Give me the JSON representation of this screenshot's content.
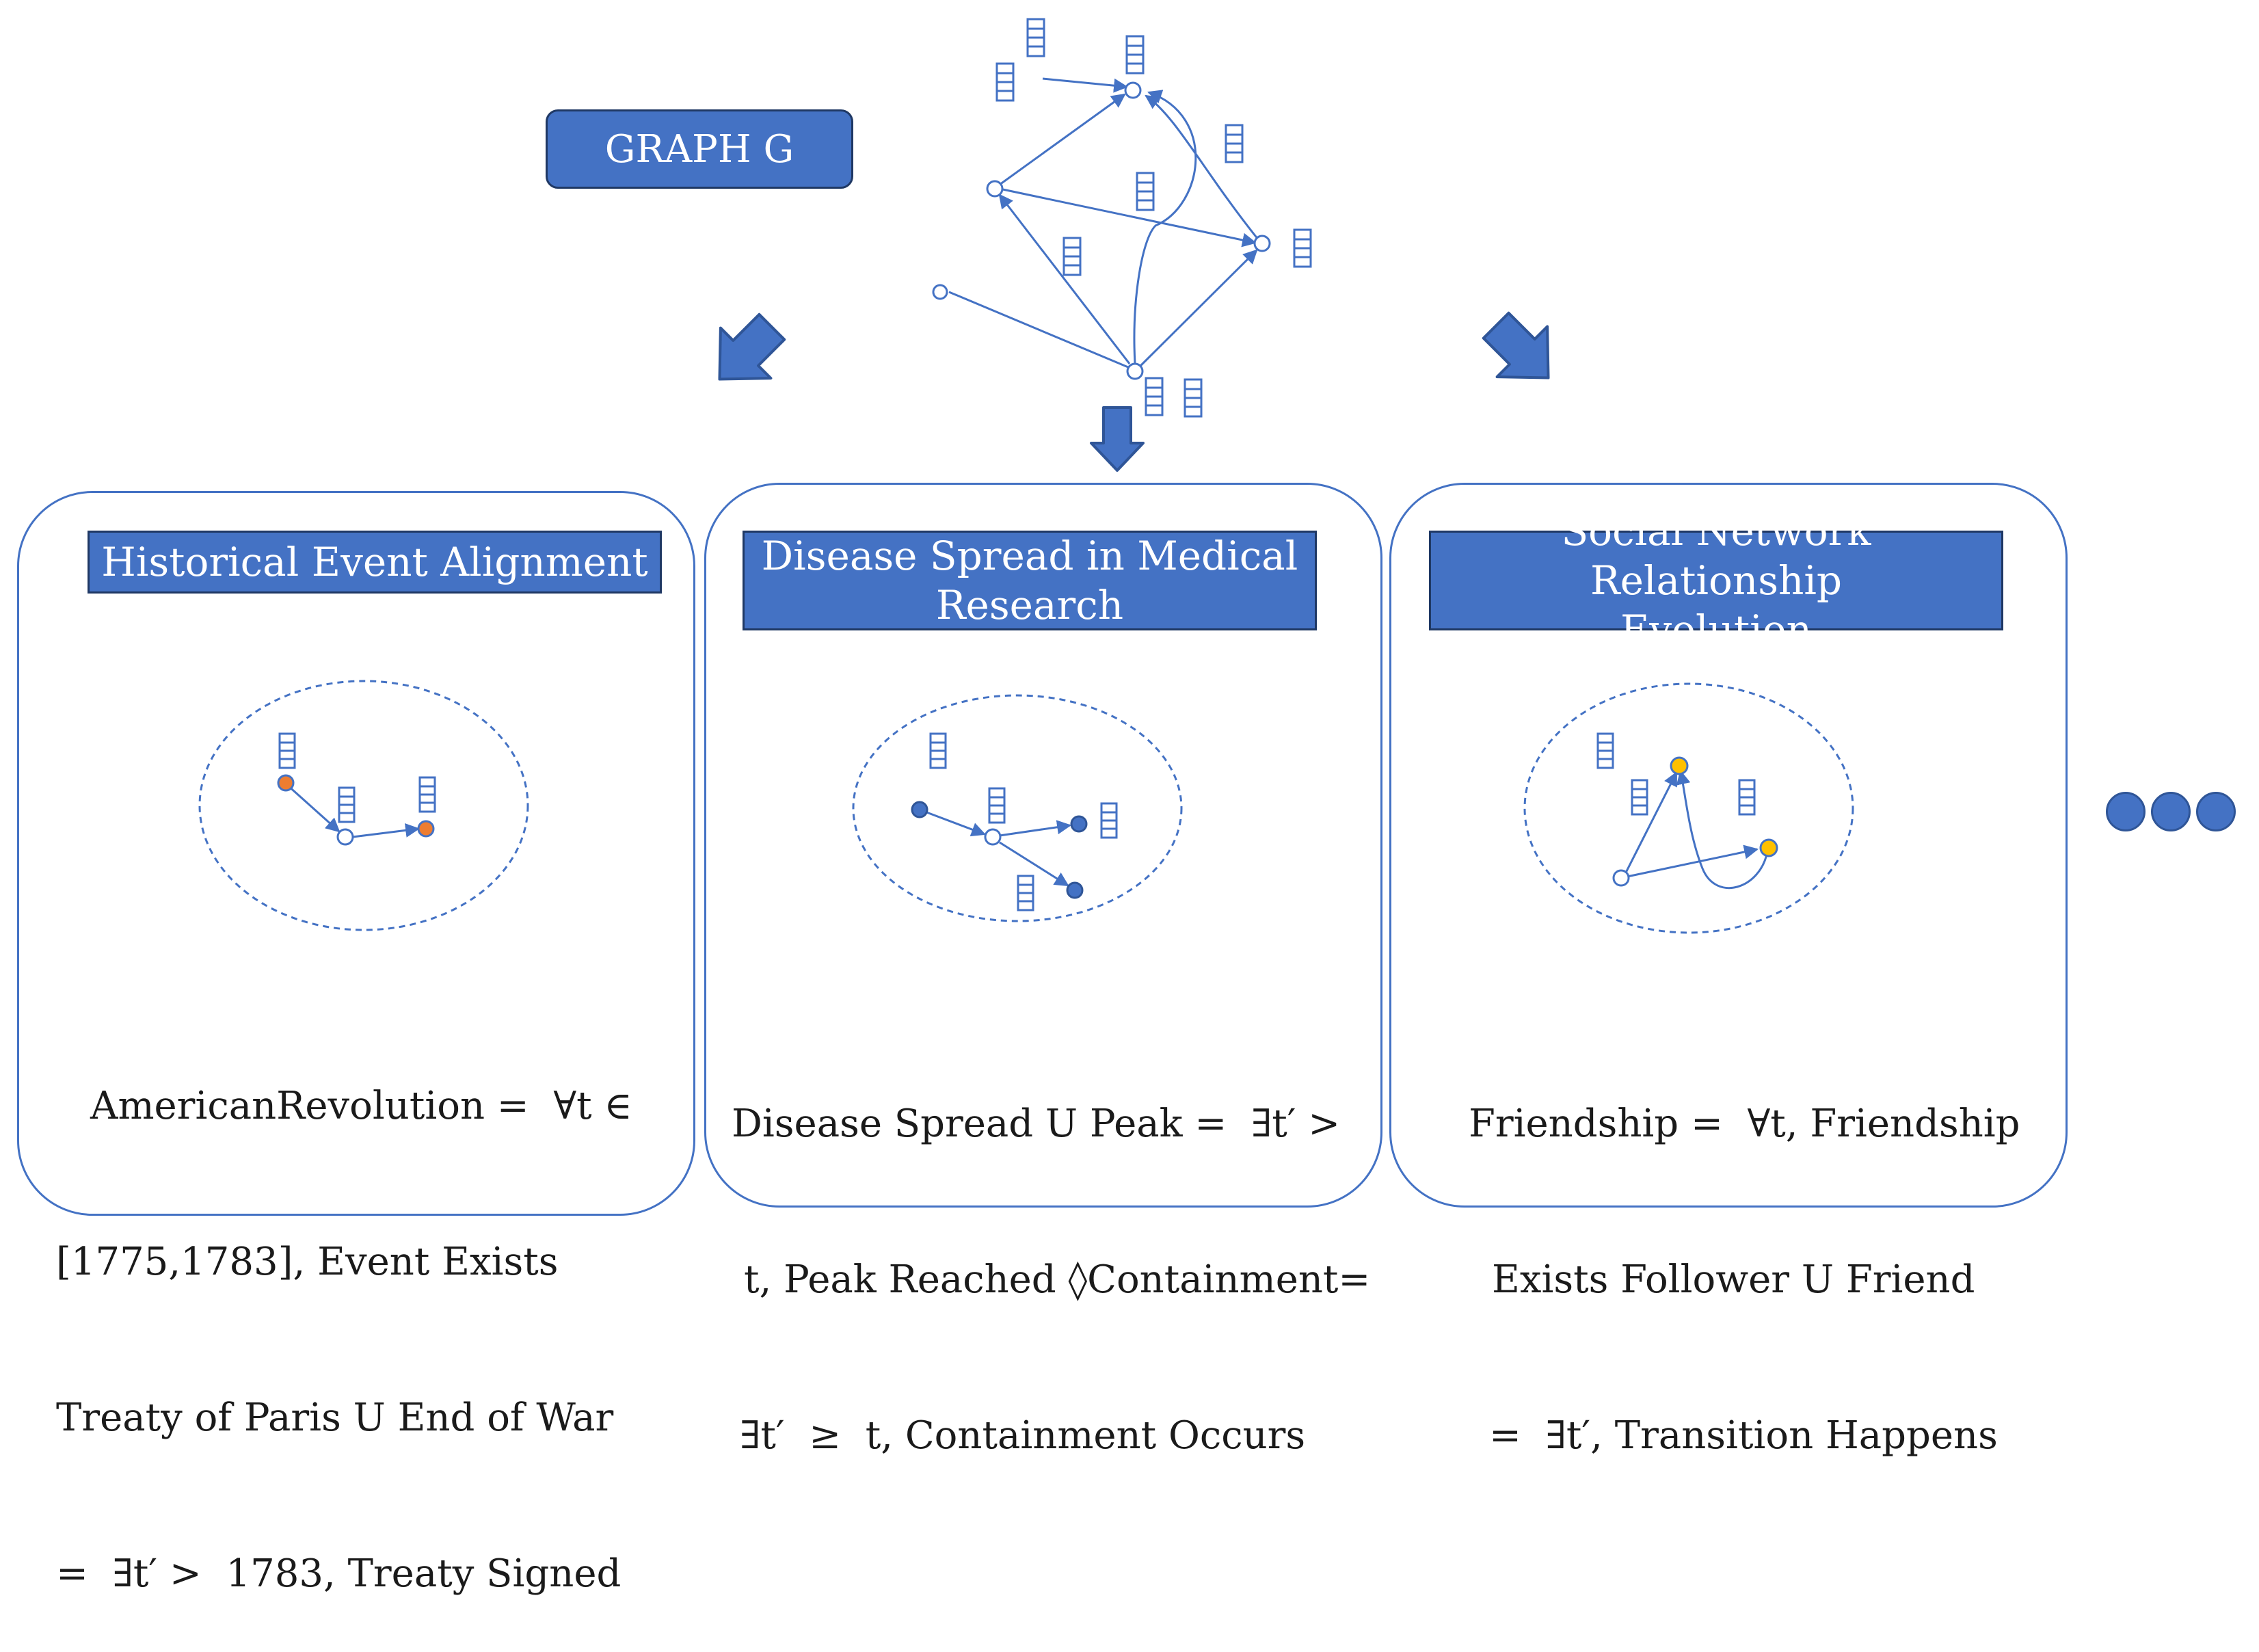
{
  "graph_title": "GRAPH G",
  "panels": [
    {
      "title": "Historical Event Alignment",
      "formula_lines": [
        "AmericanRevolution =  ∀t ∈",
        "[1775,1783], Event Exists",
        "Treaty of Paris U End of War",
        "=  ∃t′ >  1783, Treaty Signed"
      ],
      "highlight_color": "#ed7d31"
    },
    {
      "title_lines": [
        "Disease Spread in Medical",
        "Research"
      ],
      "formula_lines": [
        "Disease Spread U Peak =  ∃t′ >",
        "t, Peak Reached ◊Containment=",
        "∃t′  ≥  t, Containment Occurs"
      ],
      "highlight_color": "#4472c4"
    },
    {
      "title_lines": [
        "Social Network Relationship",
        "Evolution"
      ],
      "formula_lines": [
        "Friendship =  ∀t, Friendship",
        "Exists Follower U Friend",
        "=  ∃t′, Transition Happens"
      ],
      "highlight_color": "#ffc000"
    }
  ],
  "colors": {
    "accent": "#4472c4",
    "border_dark": "#1f3864",
    "orange_node": "#ed7d31",
    "blue_node": "#4472c4",
    "yellow_node": "#ffc000"
  },
  "icons": [
    "timestamp-stack-icon",
    "down-arrow-icon",
    "ellipsis-dots-icon"
  ]
}
